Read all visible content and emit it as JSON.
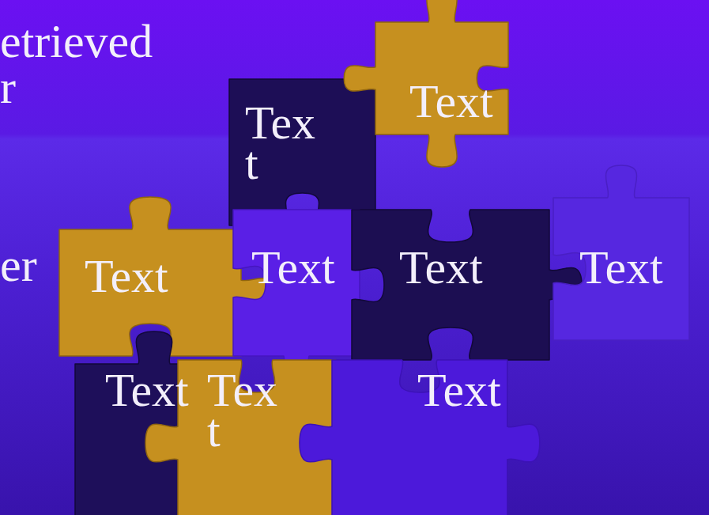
{
  "diagram": {
    "nodes": [
      {
        "text": [
          "Tex t"
        ]
      },
      {
        "text": [
          "Text"
        ]
      },
      {
        "text": [
          "Text"
        ]
      },
      {
        "text": [
          "Text"
        ]
      },
      {
        "text": [
          "Text"
        ]
      },
      {
        "text": [
          "Text"
        ]
      },
      {
        "text": [
          "Text"
        ]
      },
      {
        "text": [
          "Tex t"
        ]
      },
      {
        "text": [
          "Text"
        ]
      }
    ],
    "labels": [
      "etrieved",
      "r",
      "er"
    ]
  }
}
